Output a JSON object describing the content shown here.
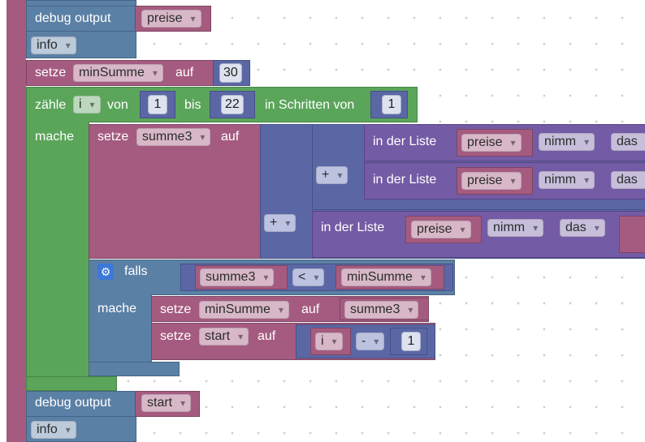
{
  "blocks": {
    "debug1": {
      "label": "debug output",
      "var": "preise",
      "level": "info"
    },
    "setMin": {
      "label": "setze",
      "var": "minSumme",
      "auf": "auf",
      "value": "30"
    },
    "loop": {
      "label": "zähle",
      "var": "i",
      "von": "von",
      "from": "1",
      "bis": "bis",
      "to": "22",
      "step_label": "in Schritten von",
      "step": "1",
      "mache": "mache"
    },
    "setSumme": {
      "label": "setze",
      "var": "summe3",
      "auf": "auf",
      "op1": "+",
      "op2": "+"
    },
    "lists": [
      {
        "label": "in der Liste",
        "var": "preise",
        "nimm": "nimm",
        "das": "das"
      },
      {
        "label": "in der Liste",
        "var": "preise",
        "nimm": "nimm",
        "das": "das"
      },
      {
        "label": "in der Liste",
        "var": "preise",
        "nimm": "nimm",
        "das": "das"
      }
    ],
    "ifBlock": {
      "label": "falls",
      "left": "summe3",
      "op": "<",
      "right": "minSumme",
      "mache": "mache"
    },
    "setMin2": {
      "label": "setze",
      "var": "minSumme",
      "auf": "auf",
      "value": "summe3"
    },
    "setStart": {
      "label": "setze",
      "var": "start",
      "auf": "auf",
      "left": "i",
      "op": "-",
      "right": "1"
    },
    "debug2": {
      "label": "debug output",
      "var": "start",
      "level": "info"
    }
  }
}
